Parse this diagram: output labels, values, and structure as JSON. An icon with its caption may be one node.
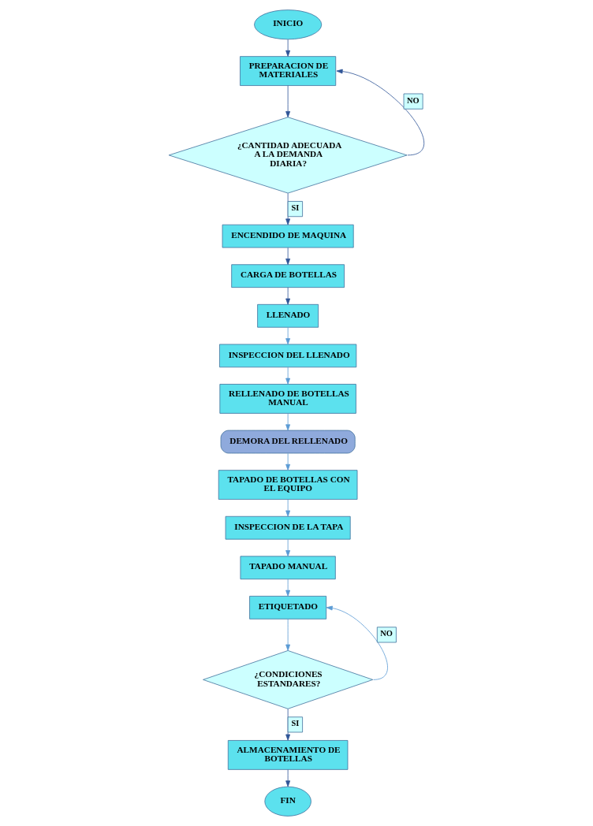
{
  "diagram": {
    "nodes": [
      {
        "text": [
          "INICIO"
        ]
      },
      {
        "text": [
          "PREPARACION DE MATERIALES"
        ]
      },
      {
        "text": [
          "¿CANTIDAD ADECUADA A LA DEMANDA DIARIA?"
        ]
      },
      {
        "text": [
          "ENCENDIDO DE MAQUINA"
        ]
      },
      {
        "text": [
          "CARGA DE BOTELLAS"
        ]
      },
      {
        "text": [
          "LLENADO"
        ]
      },
      {
        "text": [
          "INSPECCION DEL LLENADO"
        ]
      },
      {
        "text": [
          "RELLENADO DE BOTELLAS MANUAL"
        ]
      },
      {
        "text": [
          "DEMORA DEL RELLENADO"
        ]
      },
      {
        "text": [
          "TAPADO DE BOTELLAS CON EL EQUIPO"
        ]
      },
      {
        "text": [
          "INSPECCION DE LA TAPA"
        ]
      },
      {
        "text": [
          "TAPADO MANUAL"
        ]
      },
      {
        "text": [
          "ETIQUETADO"
        ]
      },
      {
        "text": [
          "¿CONDICIONES ESTANDARES?"
        ]
      },
      {
        "text": [
          "ALMACENAMIENTO DE BOTELLAS"
        ]
      },
      {
        "text": [
          "FIN"
        ]
      }
    ],
    "edges": [
      {
        "from": 0,
        "to": 1,
        "arrow": "to"
      },
      {
        "from": 1,
        "to": 2,
        "arrow": "to"
      },
      {
        "from": 2,
        "to": 1,
        "arrow": "to",
        "label": "NO"
      },
      {
        "from": 2,
        "to": 3,
        "arrow": "to",
        "label": "SI"
      },
      {
        "from": 3,
        "to": 4,
        "arrow": "to"
      },
      {
        "from": 4,
        "to": 5,
        "arrow": "to"
      },
      {
        "from": 5,
        "to": 6,
        "arrow": "to",
        "color": "#5b9bd5"
      },
      {
        "from": 6,
        "to": 7,
        "arrow": "to",
        "color": "#5b9bd5"
      },
      {
        "from": 7,
        "to": 8,
        "arrow": "to",
        "color": "#5b9bd5"
      },
      {
        "from": 8,
        "to": 9,
        "arrow": "to",
        "color": "#5b9bd5"
      },
      {
        "from": 9,
        "to": 10,
        "arrow": "to",
        "color": "#5b9bd5"
      },
      {
        "from": 10,
        "to": 11,
        "arrow": "to",
        "color": "#5b9bd5"
      },
      {
        "from": 11,
        "to": 12,
        "arrow": "to",
        "color": "#5b9bd5"
      },
      {
        "from": 13,
        "to": 12,
        "arrow": "to",
        "label": "NO",
        "color": "#5b9bd5"
      },
      {
        "from": 12,
        "to": 13,
        "arrow": "to",
        "color": "#5b9bd5"
      },
      {
        "from": 13,
        "to": 14,
        "arrow": "to",
        "label": "SI"
      },
      {
        "from": 14,
        "to": 15,
        "arrow": "to"
      }
    ]
  }
}
